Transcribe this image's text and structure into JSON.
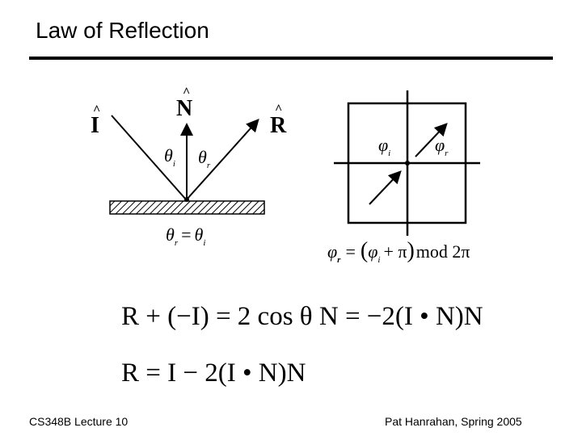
{
  "title": "Law of Reflection",
  "footer": {
    "left": "CS348B Lecture 10",
    "right": "Pat Hanrahan, Spring 2005"
  },
  "diagram": {
    "incident_label": "I",
    "normal_label": "N",
    "reflected_label": "R",
    "theta": "θ",
    "sub_i": "i",
    "sub_r": "r",
    "angle_eq_rhs": "=",
    "phi": "φ",
    "phi_eq_text": "mod 2π",
    "phi_eq_open": "(",
    "phi_eq_plus": "+ π",
    "phi_eq_close": ")",
    "phi_eq_equals": "="
  },
  "equations": {
    "eq1": "R + (−I) = 2 cos θ N = −2(I • N)N",
    "eq2": "R = I − 2(I • N)N"
  }
}
